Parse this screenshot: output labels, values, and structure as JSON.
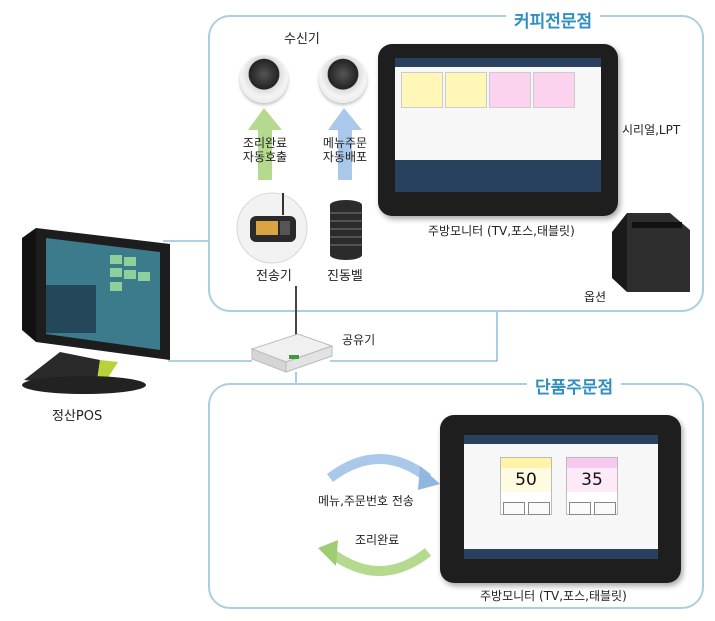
{
  "cafe_store": {
    "title": "커피전문점",
    "receiver_label": "수신기",
    "cook_call_label": [
      "조리완료",
      "자동호출"
    ],
    "menu_dist_label": [
      "메뉴주문",
      "자동배포"
    ],
    "transmitter_label": "전송기",
    "vibrating_bell_label": "진동벨",
    "kitchen_monitor_label": "주방모니터 (TV,포스,태블릿)",
    "serial_label": "시리얼,LPT",
    "printer_label": "옵션"
  },
  "router_label": "공유기",
  "pos_label": "정산POS",
  "single_store": {
    "title": "단품주문점",
    "send_label": "메뉴,주문번호 전송",
    "complete_label": "조리완료",
    "kitchen_monitor_label": "주방모니터 (TV,포스,태블릿)",
    "cards": [
      {
        "number": "50"
      },
      {
        "number": "35"
      }
    ]
  },
  "colors": {
    "panel_border": "#a9cfe0",
    "title": "#2f8fc0",
    "arrow_green": "#b5d98f",
    "arrow_blue": "#a9c8ea",
    "line": "#7fb2d4"
  }
}
